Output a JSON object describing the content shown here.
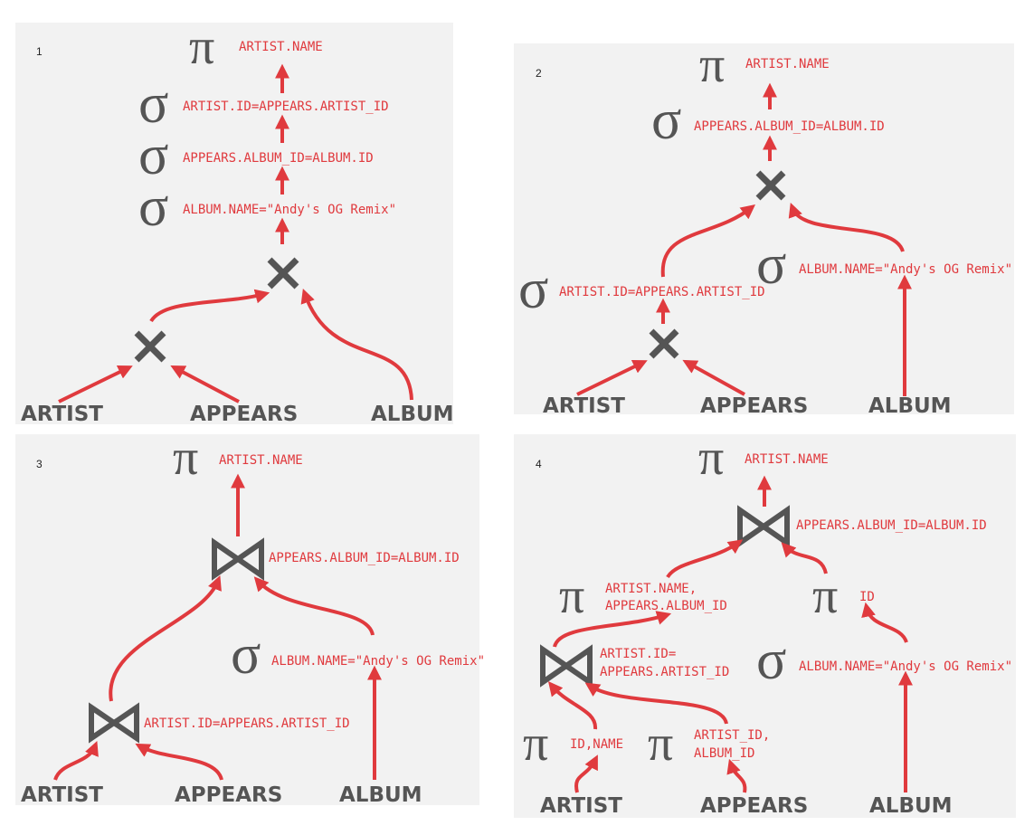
{
  "accent_color": "#e03a3e",
  "operator_color": "#555555",
  "symbols": {
    "pi": "π",
    "sigma": "σ"
  },
  "panel1": {
    "number": "1",
    "proj": "ARTIST.NAME",
    "sel1": "ARTIST.ID=APPEARS.ARTIST_ID",
    "sel2": "APPEARS.ALBUM_ID=ALBUM.ID",
    "sel3": "ALBUM.NAME=\"Andy's OG Remix\"",
    "t_artist": "ARTIST",
    "t_appears": "APPEARS",
    "t_album": "ALBUM"
  },
  "panel2": {
    "number": "2",
    "proj": "ARTIST.NAME",
    "sel_join": "APPEARS.ALBUM_ID=ALBUM.ID",
    "sel_artist": "ARTIST.ID=APPEARS.ARTIST_ID",
    "sel_album": "ALBUM.NAME=\"Andy's OG Remix\"",
    "t_artist": "ARTIST",
    "t_appears": "APPEARS",
    "t_album": "ALBUM"
  },
  "panel3": {
    "number": "3",
    "proj": "ARTIST.NAME",
    "join_top": "APPEARS.ALBUM_ID=ALBUM.ID",
    "sel_album": "ALBUM.NAME=\"Andy's OG Remix\"",
    "join_bottom": "ARTIST.ID=APPEARS.ARTIST_ID",
    "t_artist": "ARTIST",
    "t_appears": "APPEARS",
    "t_album": "ALBUM"
  },
  "panel4": {
    "number": "4",
    "proj": "ARTIST.NAME",
    "join_top": "APPEARS.ALBUM_ID=ALBUM.ID",
    "proj_mid_l1": "ARTIST.NAME,",
    "proj_mid_l2": "APPEARS.ALBUM_ID",
    "proj_id": "ID",
    "join_bottom_l1": "ARTIST.ID=",
    "join_bottom_l2": "APPEARS.ARTIST_ID",
    "sel_album": "ALBUM.NAME=\"Andy's OG Remix\"",
    "proj_artist": "ID,NAME",
    "proj_appears_l1": "ARTIST_ID,",
    "proj_appears_l2": "ALBUM_ID",
    "t_artist": "ARTIST",
    "t_appears": "APPEARS",
    "t_album": "ALBUM"
  }
}
